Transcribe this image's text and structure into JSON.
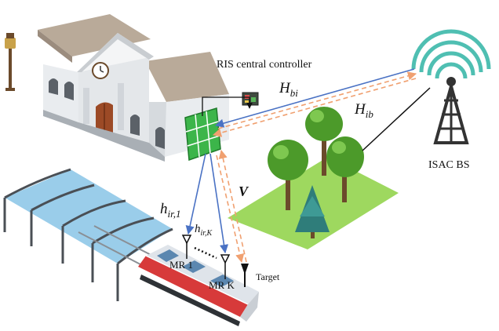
{
  "labels": {
    "ris_controller": "RIS central controller",
    "h_bi": "H",
    "h_bi_sub": "bi",
    "h_ib": "H",
    "h_ib_sub": "ib",
    "h_ir1": "h",
    "h_ir1_sub": "ir,1",
    "h_irk": "h",
    "h_irk_sub": "ir,K",
    "v": "V",
    "isac_bs": "ISAC BS",
    "mr1": "MR 1",
    "mrk": "MR K",
    "target": "Target"
  },
  "colors": {
    "blue_link": "#4a72c4",
    "orange_link": "#f0a070",
    "ris_green": "#3cb54a",
    "bs_teal": "#4fbfb2",
    "train_red": "#d73a3a",
    "roof_blue": "#8fc8e8",
    "grass": "#9ed85f"
  },
  "icons": [
    "street-lamp-icon",
    "building-icon",
    "ris-panel-icon",
    "controller-chip-icon",
    "isac-bs-tower-icon",
    "tree-icon",
    "station-canopy-icon",
    "train-icon",
    "antenna-icon"
  ]
}
